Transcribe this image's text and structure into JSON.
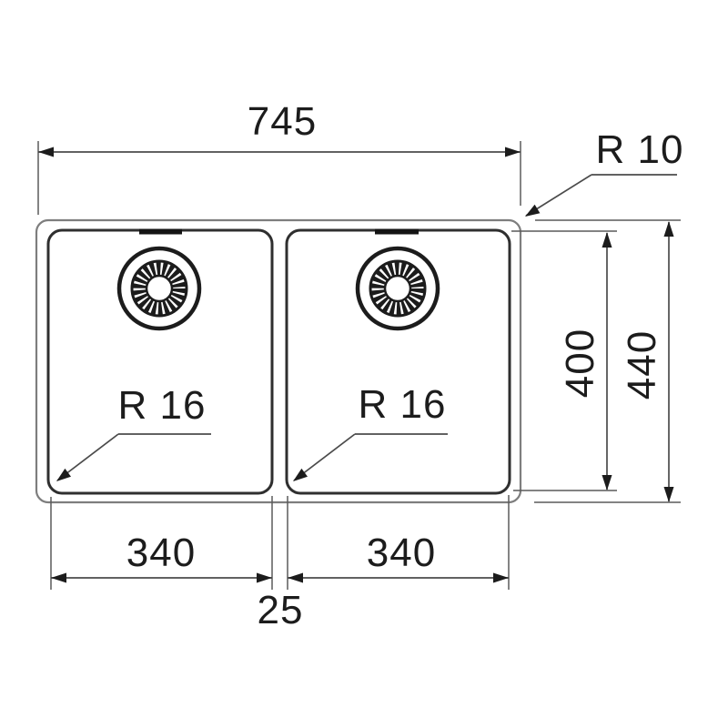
{
  "drawing": {
    "kind": "double-bowl-sink-plan-technical-drawing",
    "labels": {
      "overall_width": "745",
      "outer_corner_radius": "R 10",
      "bowl_depth": "400",
      "overall_depth": "440",
      "left_bowl_width": "340",
      "right_bowl_width": "340",
      "center_divider_width": "25",
      "left_bowl_corner_radius": "R 16",
      "right_bowl_corner_radius": "R 16"
    },
    "colors": {
      "background": "#ffffff",
      "rim_outline": "#7e7e7e",
      "bowl_outline": "#2f2f2f",
      "dimension_line": "#4b4b4b",
      "text_and_arrows": "#1c1c1c"
    }
  }
}
